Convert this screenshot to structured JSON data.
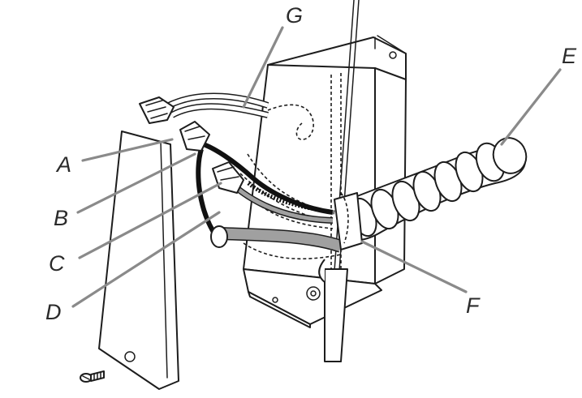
{
  "labels": {
    "A": "A",
    "B": "B",
    "C": "C",
    "D": "D",
    "E": "E",
    "F": "F",
    "G": "G"
  },
  "colors": {
    "line": "#1d1d1d",
    "leader": "#8a8a8a",
    "white_wire": "#ffffff",
    "black_wire": "#111111",
    "ground_wire": "#a0a0a0",
    "label": "#2b2b2b"
  },
  "icons": [
    "screw-icon",
    "wire-nut-icon",
    "flexible-conduit-icon",
    "junction-box-icon"
  ]
}
